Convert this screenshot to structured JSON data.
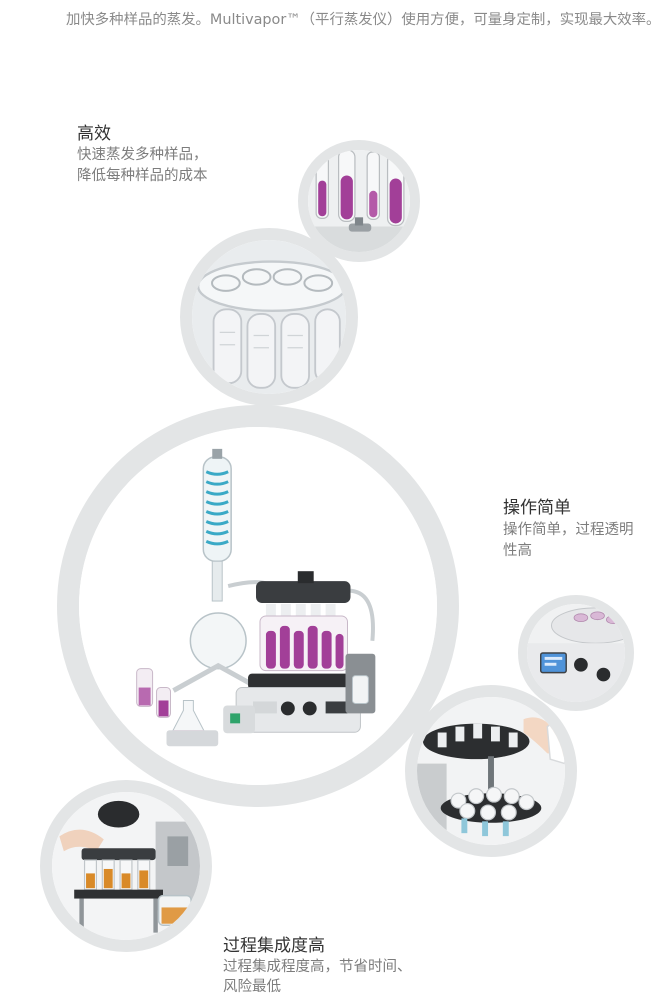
{
  "intro": {
    "text": "加快多种样品的蒸发。Multivapor™（平行蒸发仪）使用方便，可量身定制，实现最大效率。"
  },
  "features": {
    "efficiency": {
      "title": "高效",
      "desc_line1": "快速蒸发多种样品，",
      "desc_line2": "降低每种样品的成本"
    },
    "easy_operation": {
      "title": "操作简单",
      "desc_line1": "操作简单，过程透明",
      "desc_line2": "性高"
    },
    "integration": {
      "title": "过程集成度高",
      "desc_line1": "过程集成程度高，节省时间、",
      "desc_line2": "风险最低"
    }
  },
  "colors": {
    "ring": "#e3e5e6",
    "title": "#333333",
    "body_text": "#7d7d7d",
    "intro_text": "#8a8a8a",
    "sample_purple": "#a23f98",
    "coil_blue": "#3aa9c6",
    "amber": "#d98a28"
  }
}
